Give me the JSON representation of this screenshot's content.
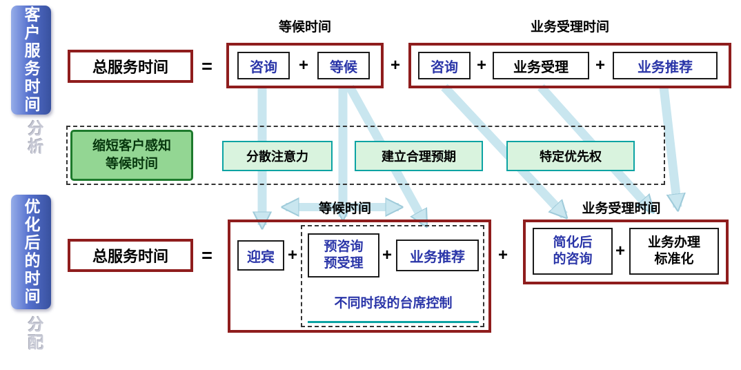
{
  "colors": {
    "group_border": "#8f1d1d",
    "box_text_blue": "#2a35a8",
    "arrow_fill": "#c9e6ef",
    "tactic_border": "#0ba3a3",
    "goal_fill": "#93d693"
  },
  "sidebar_top": {
    "label": "客户服务时间",
    "suffix": "分析"
  },
  "sidebar_bottom": {
    "label": "优化后的时间",
    "suffix": "分配"
  },
  "operators": {
    "equals": "=",
    "plus": "+"
  },
  "top_row": {
    "total": "总服务时间",
    "wait_group": {
      "title": "等候时间",
      "items": [
        "咨询",
        "等候"
      ]
    },
    "service_group": {
      "title": "业务受理时间",
      "items": [
        "咨询",
        "业务受理",
        "业务推荐"
      ]
    }
  },
  "middle": {
    "goal": "缩短客户感知\n等候时间",
    "tactics": [
      "分散注意力",
      "建立合理预期",
      "特定优先权"
    ]
  },
  "bottom_row": {
    "total": "总服务时间",
    "wait_title": "等候时间",
    "service_title": "业务受理时间",
    "welcome": "迎宾",
    "pre_consult": "预咨询\n预受理",
    "recommend": "业务推荐",
    "desk_control": "不同时段的台席控制",
    "simplified": "简化后\n的咨询",
    "standardized": "业务办理\n标准化"
  }
}
